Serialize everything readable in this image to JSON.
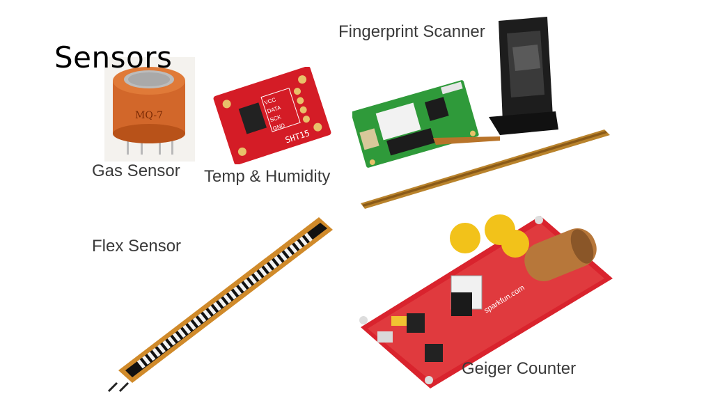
{
  "slide": {
    "title": "Sensors",
    "items": [
      {
        "label": "Fingerprint Scanner"
      },
      {
        "label": "Gas Sensor"
      },
      {
        "label": "Temp & Humidity"
      },
      {
        "label": "Flex Sensor"
      },
      {
        "label": "Geiger Counter"
      }
    ],
    "photo_text": {
      "gas_part": "MQ-7",
      "temp_part": "SHT15",
      "temp_pins": [
        "VCC",
        "DATA",
        "SCK",
        "GND"
      ],
      "geiger_brand": "sparkfun.com"
    }
  }
}
